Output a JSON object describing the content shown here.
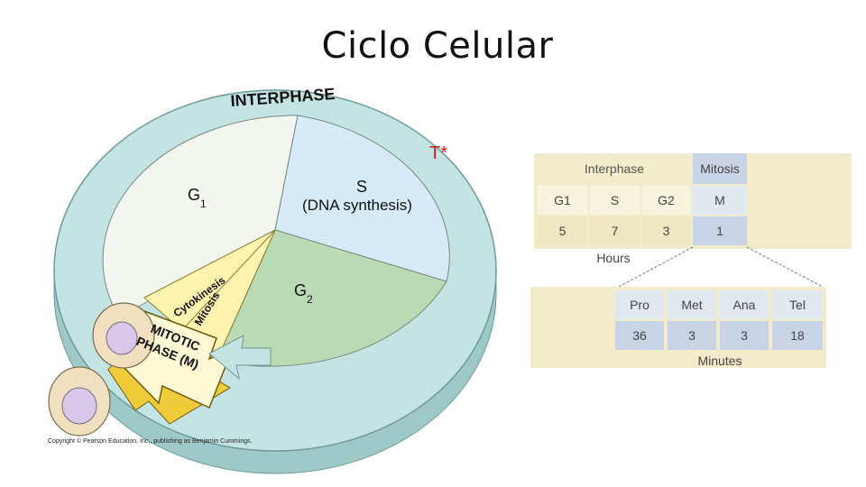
{
  "title": "Ciclo Celular",
  "diagram": {
    "interphase_label": "INTERPHASE",
    "g1_label": "G",
    "g1_sub": "1",
    "s_label": "S",
    "s_sub_label": "(DNA synthesis)",
    "g2_label": "G",
    "g2_sub": "2",
    "cytokinesis_label": "Cytokinesis",
    "mitosis_label": "Mitosis",
    "mitotic_line1": "MITOTIC",
    "mitotic_line2": "PHASE (M)",
    "t_marker": "T*",
    "credit": "Copyright © Pearson Education, Inc., publishing as Benjamin Cummings."
  },
  "timing_table": {
    "header_interphase": "Interphase",
    "header_mitosis": "Mitosis",
    "phases": [
      "G1",
      "S",
      "G2",
      "M"
    ],
    "hours": [
      "5",
      "7",
      "3",
      "1"
    ],
    "hours_label": "Hours",
    "mitosis_stages": [
      "Pro",
      "Met",
      "Ana",
      "Tel"
    ],
    "minutes": [
      "36",
      "3",
      "3",
      "18"
    ],
    "minutes_label": "Minutes"
  },
  "colors": {
    "ring": "#c4e3e3",
    "g1": "#f3f5ef",
    "s": "#d7eaf8",
    "g2": "#b9dbb4",
    "mitotic": "#fff9d6",
    "mitotic_side": "#f1cc3a",
    "t_marker": "#cc2222",
    "table_cream": "#f3eccc",
    "table_blue": "#c8d4e6"
  }
}
